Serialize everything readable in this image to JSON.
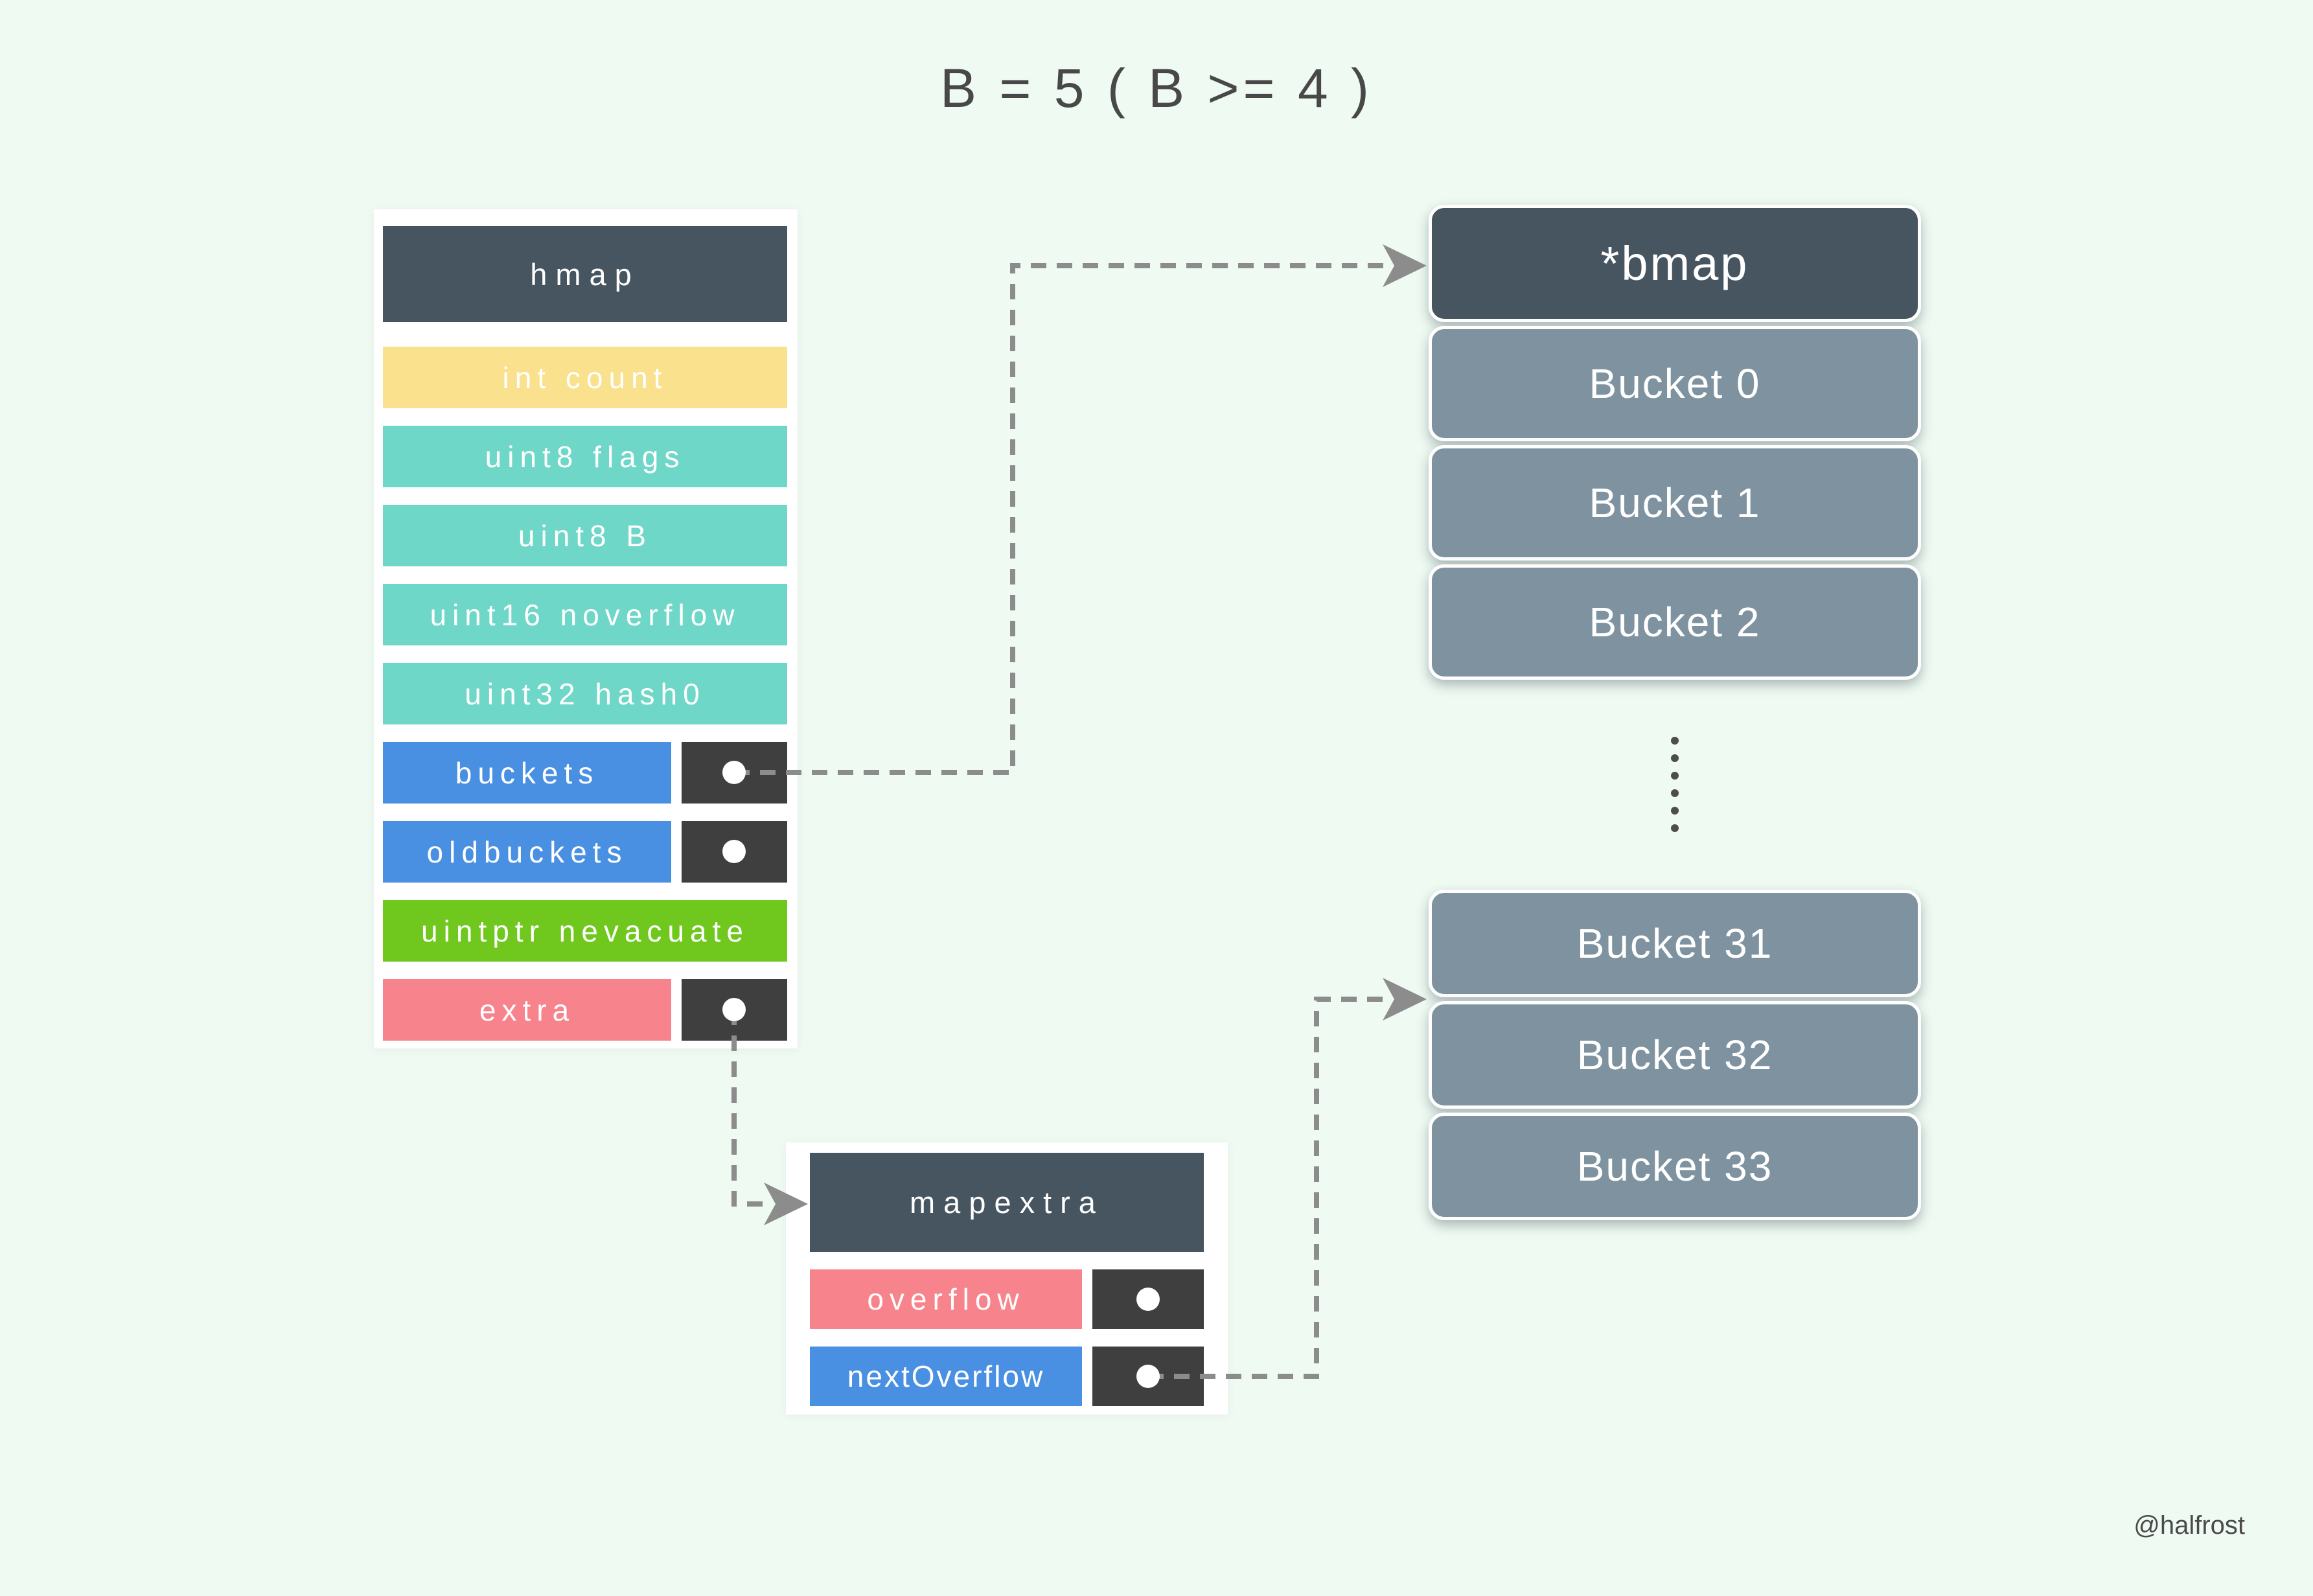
{
  "title": "B = 5 ( B >= 4 )",
  "watermark": "@halfrost",
  "hmap": {
    "header": "hmap",
    "rows": [
      {
        "label": "int count",
        "type": "yellow",
        "pointer": false
      },
      {
        "label": "uint8 flags",
        "type": "teal",
        "pointer": false
      },
      {
        "label": "uint8 B",
        "type": "teal",
        "pointer": false
      },
      {
        "label": "uint16 noverflow",
        "type": "teal",
        "pointer": false
      },
      {
        "label": "uint32 hash0",
        "type": "teal",
        "pointer": false
      },
      {
        "label": "buckets",
        "type": "blue",
        "pointer": true
      },
      {
        "label": "oldbuckets",
        "type": "blue",
        "pointer": true
      },
      {
        "label": "uintptr nevacuate",
        "type": "green",
        "pointer": false
      },
      {
        "label": "extra",
        "type": "pink",
        "pointer": true
      }
    ]
  },
  "bmap": {
    "header": "*bmap",
    "buckets_top": [
      "Bucket 0",
      "Bucket 1",
      "Bucket 2"
    ],
    "buckets_bottom": [
      "Bucket 31",
      "Bucket 32",
      "Bucket 33"
    ]
  },
  "mapextra": {
    "header": "mapextra",
    "rows": [
      {
        "label": "overflow",
        "type": "pink",
        "pointer": true
      },
      {
        "label": "nextOverflow",
        "type": "blue",
        "pointer": true
      }
    ]
  },
  "icons": {
    "pointer_dot": "white-circle",
    "arrowhead": "notched-triangle",
    "ellipsis": "six-vertical-dots"
  },
  "colors": {
    "background": "#eefaf2",
    "panel": "#ffffff",
    "struct_header": "#475561",
    "bmap_header": "#46555f",
    "bucket": "#7e939f",
    "yellow": "#f9e18e",
    "teal": "#6fd7c8",
    "blue": "#4a90e2",
    "green": "#70c81f",
    "pink": "#f7838d",
    "pointer_cell": "#3f3f3f",
    "arrow": "#8c8c8c",
    "text_dark": "#4a4a4a",
    "text_light": "#ffffff"
  }
}
